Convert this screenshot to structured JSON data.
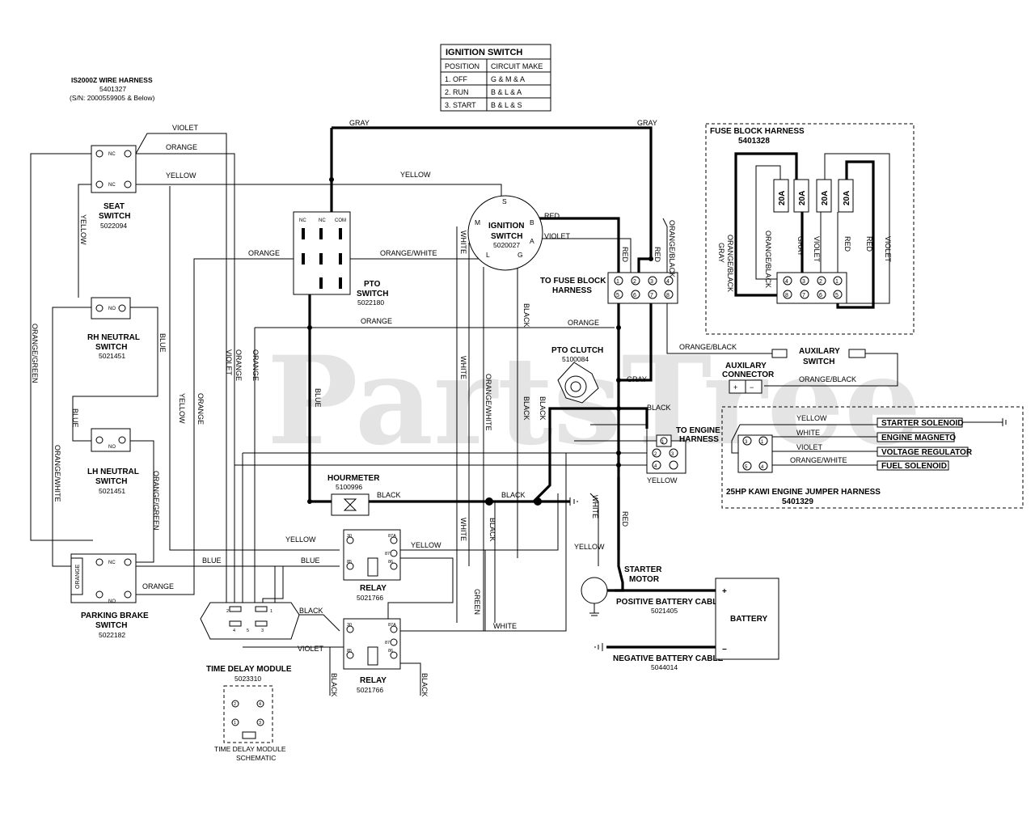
{
  "ignition_table": {
    "title": "IGNITION SWITCH",
    "headers": [
      "POSITION",
      "CIRCUIT MAKE"
    ],
    "rows": [
      [
        "1. OFF",
        "G & M & A"
      ],
      [
        "2. RUN",
        "B & L & A"
      ],
      [
        "3. START",
        "B & L & S"
      ]
    ]
  },
  "harness": {
    "title": "IS2000Z WIRE HARNESS",
    "part": "5401327",
    "sn": "(S/N: 2000559905 & Below)"
  },
  "fuse_block_harness": {
    "title": "FUSE BLOCK HARNESS",
    "part": "5401328",
    "fuses": [
      "20A",
      "20A",
      "20A",
      "20A"
    ]
  },
  "components": {
    "seat_switch": {
      "name": [
        "SEAT",
        "SWITCH"
      ],
      "part": "5022094"
    },
    "rh_neutral": {
      "name": [
        "RH NEUTRAL",
        "SWITCH"
      ],
      "part": "5021451"
    },
    "lh_neutral": {
      "name": [
        "LH NEUTRAL",
        "SWITCH"
      ],
      "part": "5021451"
    },
    "parking_brake": {
      "name": [
        "PARKING BRAKE",
        "SWITCH"
      ],
      "part": "5022182"
    },
    "pto_switch": {
      "name": [
        "PTO",
        "SWITCH"
      ],
      "part": "5022180"
    },
    "ignition_switch": {
      "name": [
        "IGNITION",
        "SWITCH"
      ],
      "part": "5020027"
    },
    "pto_clutch": {
      "name": "PTO CLUTCH",
      "part": "5100084"
    },
    "hourmeter": {
      "name": "HOURMETER",
      "part": "5100996"
    },
    "relay1": {
      "name": "RELAY",
      "part": "5021766"
    },
    "relay2": {
      "name": "RELAY",
      "part": "5021766"
    },
    "time_delay": {
      "name": "TIME DELAY MODULE",
      "part": "5023310",
      "schematic": [
        "TIME DELAY MODULE",
        "SCHEMATIC"
      ]
    },
    "starter_motor": {
      "name": [
        "STARTER",
        "MOTOR"
      ]
    },
    "battery": {
      "name": "BATTERY",
      "plus": "+",
      "minus": "−"
    },
    "pos_cable": {
      "name": "POSITIVE BATTERY CABLE",
      "part": "5021405"
    },
    "neg_cable": {
      "name": "NEGATIVE BATTERY CABLE",
      "part": "5044014"
    },
    "to_fuse_block": [
      "TO FUSE BLOCK",
      "HARNESS"
    ],
    "to_engine": [
      "TO ENGINE",
      "HARNESS"
    ],
    "aux_connector": [
      "AUXILARY",
      "CONNECTOR"
    ],
    "aux_switch": [
      "AUXILARY",
      "SWITCH"
    ],
    "jumper": {
      "title": "25HP KAWI ENGINE JUMPER HARNESS",
      "part": "5401329"
    },
    "engine_targets": [
      "STARTER SOLENOID",
      "ENGINE MAGNETO",
      "VOLTAGE REGULATOR",
      "FUEL SOLENOID"
    ]
  },
  "wire_labels": {
    "violet": "VIOLET",
    "orange": "ORANGE",
    "yellow": "YELLOW",
    "gray": "GRAY",
    "red": "RED",
    "white": "WHITE",
    "black": "BLACK",
    "blue": "BLUE",
    "green": "GREEN",
    "orange_white": "ORANGE/WHITE",
    "orange_black": "ORANGE/BLACK",
    "orange_green": "ORANGE/GREEN"
  },
  "pins": {
    "switch_nc": "NC",
    "switch_no": "NO",
    "pto": [
      "NC",
      "NC",
      "COM"
    ],
    "ign": [
      "S",
      "M",
      "B",
      "A",
      "L",
      "G"
    ],
    "fuse_connector": [
      "1",
      "2",
      "3",
      "4",
      "5",
      "6",
      "7",
      "8"
    ],
    "relay": [
      "30",
      "87A",
      "87",
      "85",
      "86"
    ],
    "tdm": [
      "2",
      "1",
      "4",
      "3"
    ],
    "tdm_schem": [
      "2",
      "4",
      "1",
      "3"
    ],
    "engine_conn": [
      "1",
      "2",
      "3",
      "4"
    ],
    "fuse_side": [
      "4",
      "3",
      "2",
      "1",
      "8",
      "7",
      "6",
      "5"
    ],
    "tdm_num5": "5",
    "pb_orange": "ORANGE"
  },
  "watermark": "PartsTree"
}
